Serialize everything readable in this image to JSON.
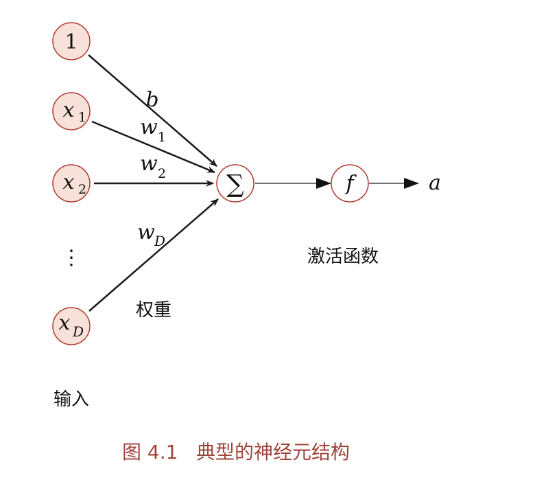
{
  "nodes": {
    "bias": "1",
    "x1": "x",
    "x1_sub": "1",
    "x2": "x",
    "x2_sub": "2",
    "xD": "x",
    "xD_sub": "D",
    "sum": "∑",
    "f": "f",
    "output": "a",
    "dots": "⋮"
  },
  "weights": {
    "b": "b",
    "w1": "w",
    "w1_sub": "1",
    "w2": "w",
    "w2_sub": "2",
    "wD": "w",
    "wD_sub": "D"
  },
  "labels": {
    "weights": "权重",
    "activation": "激活函数",
    "input": "输入"
  },
  "caption": {
    "prefix": "图 4.1",
    "text": "典型的神经元结构"
  },
  "colors": {
    "node_fill": "#f7e1d9",
    "node_stroke": "#b03a30",
    "caption": "#a0453a"
  }
}
